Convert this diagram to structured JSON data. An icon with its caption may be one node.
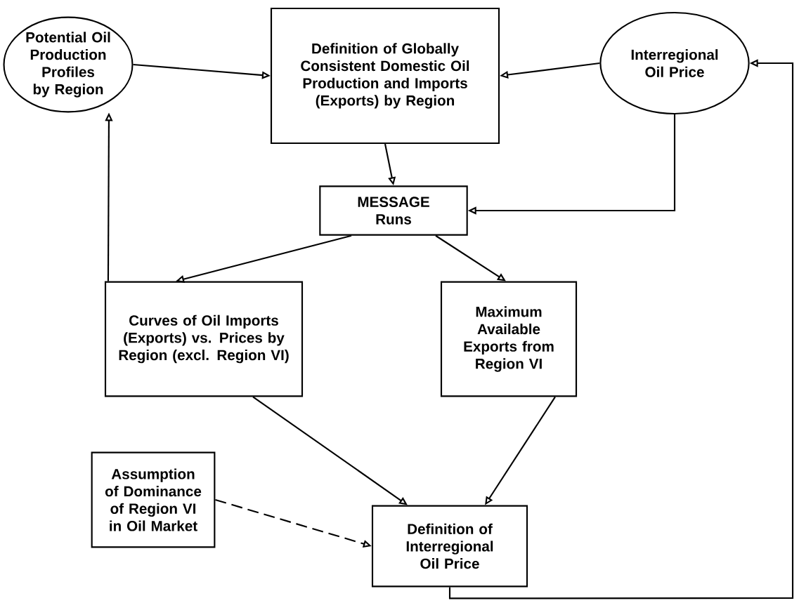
{
  "diagram": {
    "nodes": [
      {
        "text": [
          "Potential Oil Production Profiles by Region"
        ]
      },
      {
        "text": [
          "Definition of Globally Consistent Domestic Oil Production and Imports (Exports) by Region"
        ]
      },
      {
        "text": [
          "Interregional Oil Price"
        ]
      },
      {
        "text": [
          "MESSAGE Runs"
        ]
      },
      {
        "text": [
          "Curves of Oil Imports (Exports) vs. Prices by Region (excl. Region VI)"
        ]
      },
      {
        "text": [
          "Maximum Available Exports from Region VI"
        ]
      },
      {
        "text": [
          "Assumption of Dominance of Region VI in Oil Market"
        ]
      },
      {
        "text": [
          "Definition of Interregional Oil Price"
        ]
      }
    ],
    "edges": [
      {
        "from": 0,
        "to": 1,
        "arrow": "to"
      },
      {
        "from": 2,
        "to": 1,
        "arrow": "to"
      },
      {
        "from": 1,
        "to": 3,
        "arrow": "to"
      },
      {
        "from": 2,
        "to": 3,
        "arrow": "to"
      },
      {
        "from": 3,
        "to": 4,
        "arrow": "to"
      },
      {
        "from": 3,
        "to": 5,
        "arrow": "to"
      },
      {
        "from": 4,
        "to": 0,
        "arrow": "to"
      },
      {
        "from": 4,
        "to": 7,
        "arrow": "to"
      },
      {
        "from": 5,
        "to": 7,
        "arrow": "to"
      },
      {
        "from": 6,
        "to": 7,
        "arrow": "to",
        "style": "dashed"
      },
      {
        "from": 7,
        "to": 2,
        "arrow": "to"
      }
    ]
  }
}
